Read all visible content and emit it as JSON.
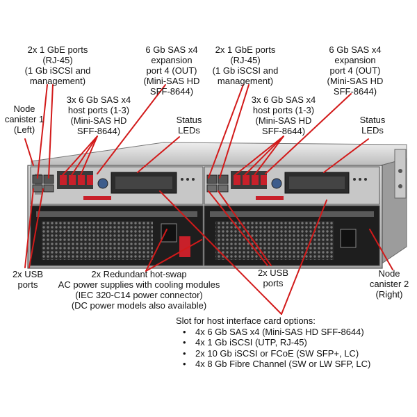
{
  "labels": {
    "gbe_ports_left": "2x 1 GbE ports\n(RJ-45)\n(1 Gb iSCSI and\nmanagement)",
    "sas_exp_left": "6 Gb SAS x4\nexpansion\nport 4 (OUT)\n(Mini-SAS HD\nSFF-8644)",
    "gbe_ports_right": "2x 1 GbE ports\n(RJ-45)\n(1 Gb iSCSI and\nmanagement)",
    "sas_exp_right": "6 Gb SAS x4\nexpansion\nport 4 (OUT)\n(Mini-SAS HD\nSFF-8644)",
    "node_left": "Node\ncanister 1\n(Left)",
    "host_ports_left": "3x 6 Gb SAS x4\nhost ports (1-3)\n(Mini-SAS HD\nSFF-8644)",
    "status_left": "Status\nLEDs",
    "host_ports_right": "3x 6 Gb SAS x4\nhost ports (1-3)\n(Mini-SAS HD\nSFF-8644)",
    "status_right": "Status\nLEDs",
    "usb_left": "2x USB\nports",
    "power_supplies": "2x Redundant hot-swap\nAC power supplies with cooling modules\n(IEC 320-C14 power connector)\n(DC power models also available)",
    "usb_right": "2x USB\nports",
    "node_right": "Node\ncanister 2\n(Right)"
  },
  "slot_options": {
    "title": "Slot for host interface card options:",
    "items": [
      "4x 6 Gb SAS x4 (Mini-SAS HD SFF-8644)",
      "4x 1 Gb iSCSI (UTP, RJ-45)",
      "2x 10 Gb iSCSI or FCoE (SW SFP+, LC)",
      "4x 8 Gb Fibre Channel (SW or LW SFP, LC)"
    ]
  },
  "colors": {
    "callout": "#d21a1a",
    "chassis": "#bfbfbf",
    "port_red": "#c8202a"
  }
}
